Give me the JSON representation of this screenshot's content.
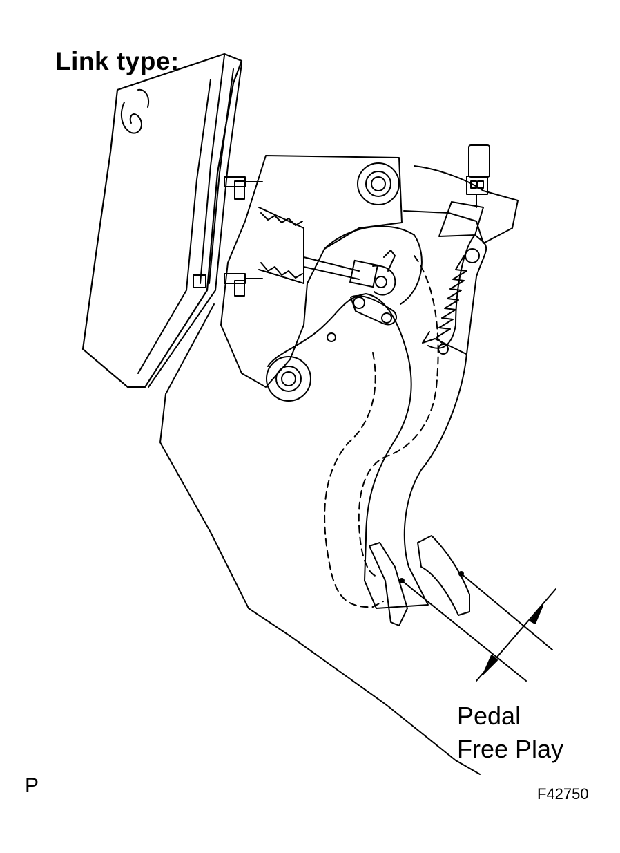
{
  "heading": "Link type:",
  "callout": {
    "line1": "Pedal",
    "line2": "Free Play"
  },
  "corner_letter": "P",
  "figure_id": "F42750",
  "colors": {
    "ink": "#000000",
    "paper": "#ffffff"
  }
}
